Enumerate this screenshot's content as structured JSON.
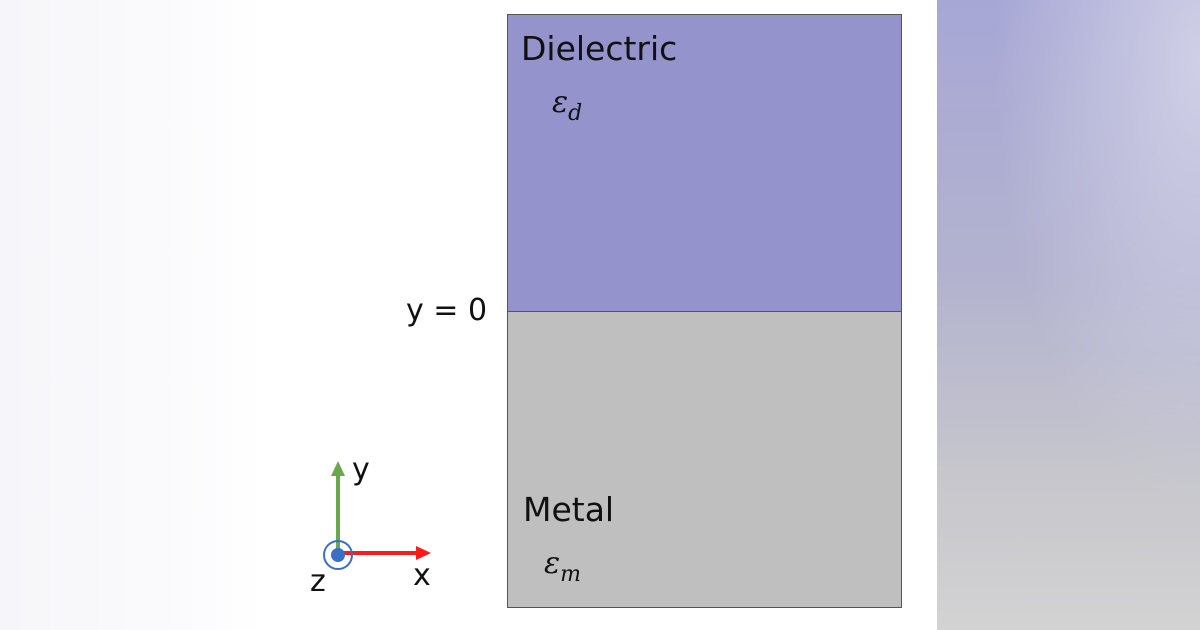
{
  "regions": {
    "dielectric": {
      "label": "Dielectric",
      "symbol": "ε",
      "subscript": "d",
      "color": "#9593cb"
    },
    "metal": {
      "label": "Metal",
      "symbol": "ε",
      "subscript": "m",
      "color": "#bfbfbf"
    }
  },
  "interface_label": "y = 0",
  "axes": {
    "x": "x",
    "y": "y",
    "z": "z",
    "x_color": "#ff1a1a",
    "y_color": "#6aa84f",
    "z_color": "#3a6fc8"
  }
}
